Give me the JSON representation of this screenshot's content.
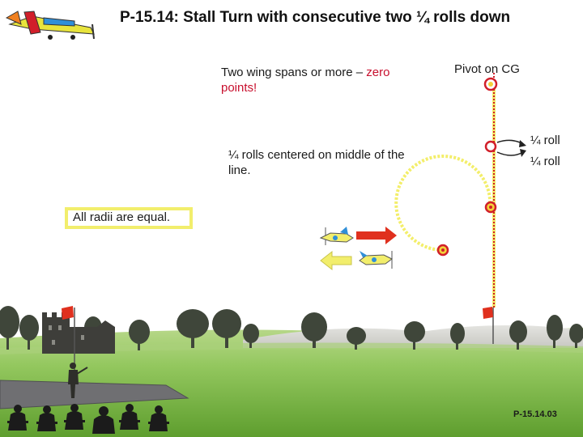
{
  "title": "P-15.14: Stall Turn with consecutive two ¼ rolls down",
  "notes": {
    "wing_spans_prefix": "Two wing spans or more – ",
    "wing_spans_red": "zero",
    "wing_spans_suffix": "points!",
    "rolls_centered": "¼ rolls centered on middle of the line.",
    "pivot": "Pivot on CG",
    "roll_1": "¼ roll",
    "roll_2": "¼ roll",
    "radii": "All radii are equal."
  },
  "figure_code": "P-15.14.03",
  "colors": {
    "sky": "#ffffff",
    "grass": "#7ab648",
    "flight_path_vertical": "#d11f2a",
    "loop_path": "#f3ee6a",
    "arrow_red": "#e0301e",
    "arrow_yellow": "#f2ee6c",
    "marker_ring": "#d11f2a",
    "marker_fill": "#f4d23a"
  },
  "icons": [
    "title-airplane-icon",
    "airplane-icon",
    "arrow-right-icon",
    "arrow-left-icon",
    "roll-arrow-icon",
    "flag-icon",
    "pilot-icon",
    "spectator-icon",
    "tree-icon",
    "castle-icon"
  ]
}
